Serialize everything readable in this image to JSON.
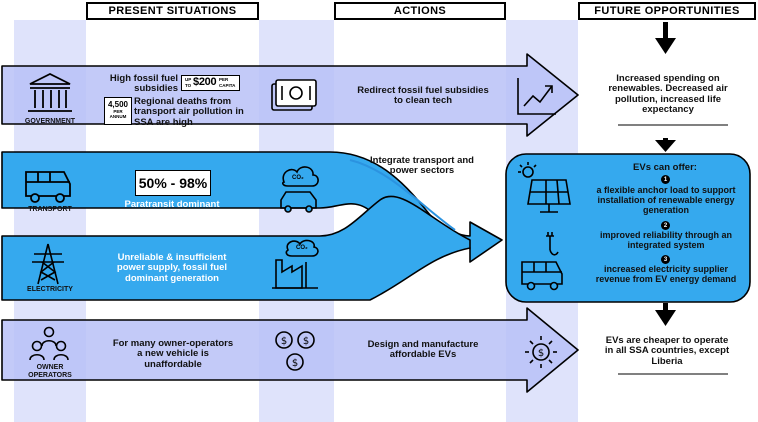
{
  "headers": {
    "present": "PRESENT SITUATIONS",
    "actions": "ACTIONS",
    "future": "FUTURE OPPORTUNITIES"
  },
  "rows": {
    "government": {
      "label": "GOVERNMENT",
      "subsidy_text": "High fossil fuel subsidies",
      "subsidy_badge": "UP TO $200 PER CAPITA",
      "subsidy_badge_small1": "UP",
      "subsidy_badge_small2": "TO",
      "subsidy_badge_big": "$200",
      "subsidy_badge_small3": "PER",
      "subsidy_badge_small4": "CAPITA",
      "deaths_number": "4,500",
      "deaths_unit1": "PER",
      "deaths_unit2": "ANNUM",
      "deaths_text": "Regional deaths from transport air pollution in SSA are high",
      "action": "Redirect fossil fuel subsidies to clean tech",
      "future": "Increased spending on renewables. Decreased air pollution, increased life expectancy"
    },
    "transport": {
      "label": "TRANSPORT",
      "percent": "50% - 98%",
      "text": "Paratransit dominant",
      "co2": "CO₂"
    },
    "electricity": {
      "label": "ELECTRICITY",
      "text": "Unreliable & insufficient power supply, fossil fuel dominant generation",
      "co2": "CO₂"
    },
    "integrate_action": "Integrate transport and power sectors",
    "ev_box": {
      "title": "EVs can offer:",
      "items": [
        {
          "num": "1",
          "text": "a flexible anchor load to support installation of renewable energy generation"
        },
        {
          "num": "2",
          "text": "improved reliability through an integrated system"
        },
        {
          "num": "3",
          "text": "increased electricity supplier revenue from EV energy demand"
        }
      ]
    },
    "owners": {
      "label": "OWNER OPERATORS",
      "text": "For many owner-operators a new vehicle is unaffordable",
      "action": "Design and manufacture affordable EVs",
      "future": "EVs are cheaper to operate in all SSA countries, except Liberia"
    }
  },
  "colors": {
    "column_band": "#dfe3fb",
    "light_arrow": "#b8c1f7",
    "blue_arrow": "#35a9ee",
    "dark_blue": "#2b93e0",
    "black": "#000000"
  },
  "icons": [
    "temple-icon",
    "money-icon",
    "growth-chart-icon",
    "bus-icon",
    "car-co2-icon",
    "pylon-icon",
    "factory-co2-icon",
    "solar-panel-icon",
    "ev-van-icon",
    "people-icon",
    "coins-icon",
    "sun-coin-icon",
    "down-arrow-icon"
  ]
}
